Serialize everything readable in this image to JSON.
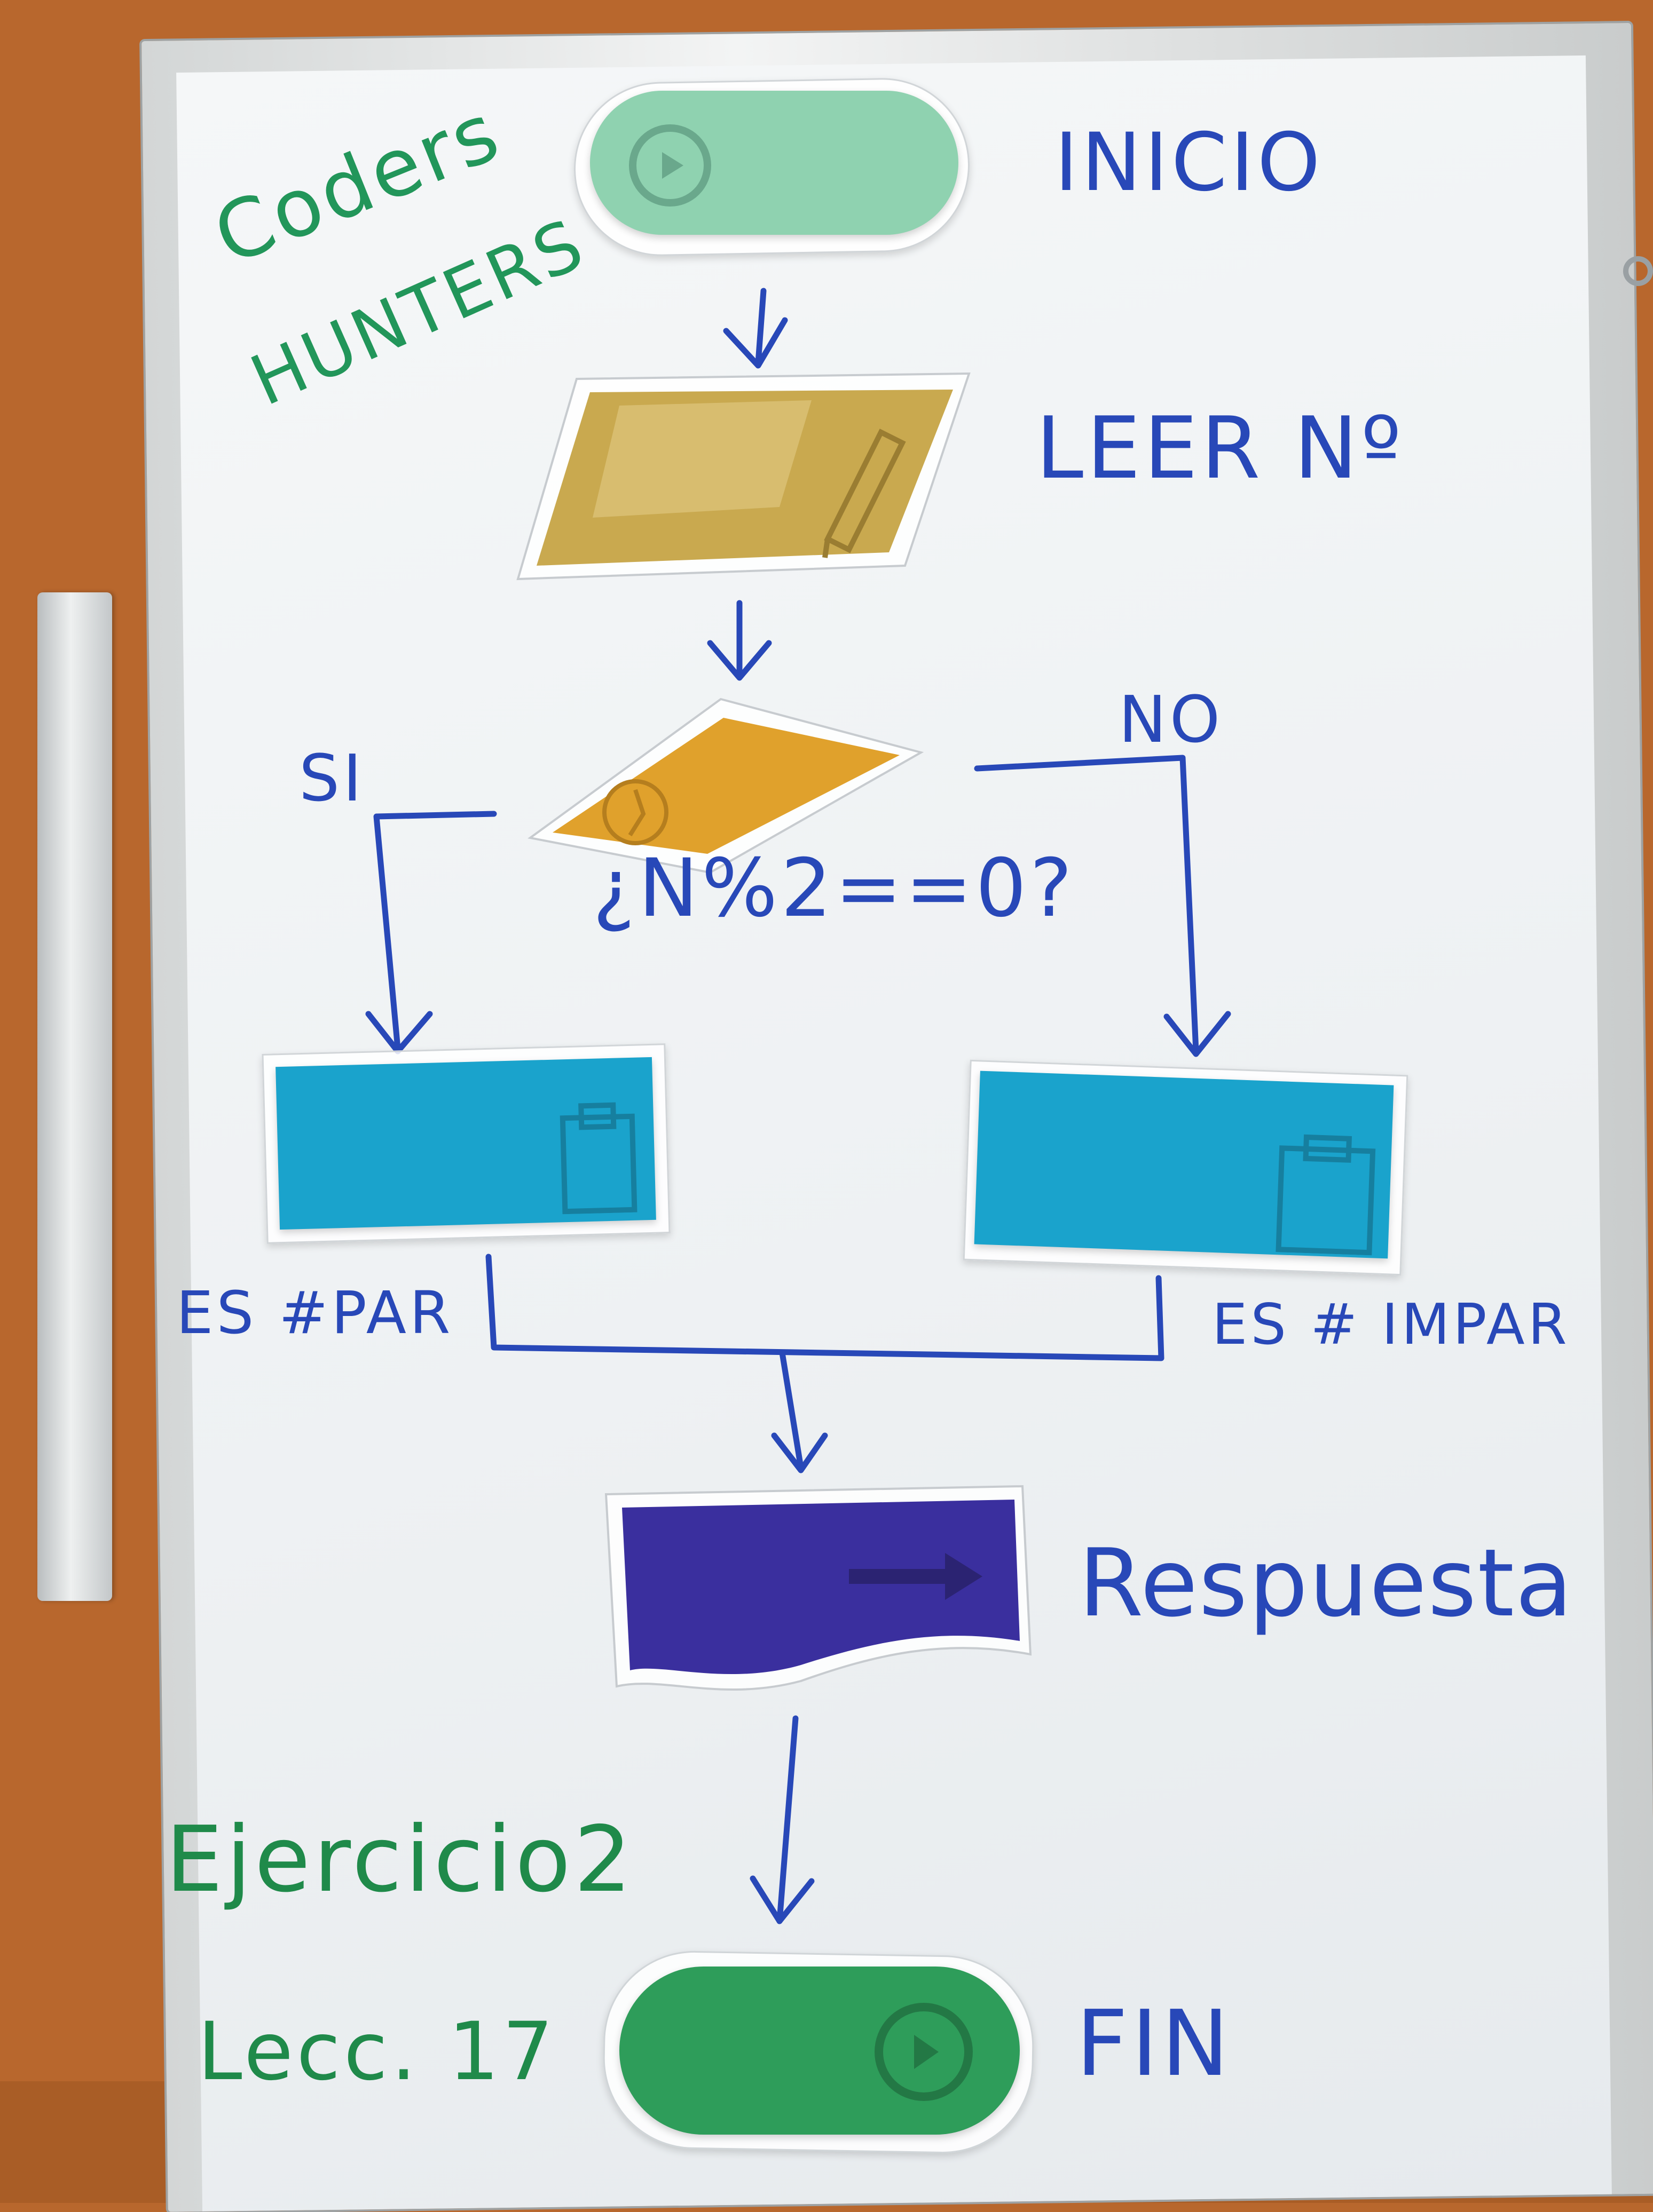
{
  "board": {
    "title_line1": "Coders",
    "title_line2": "HUNTERS",
    "exercise": "Ejercicio2",
    "lesson": "Lecc. 17"
  },
  "flowchart": {
    "start_label": "INICIO",
    "input_label": "LEER Nº",
    "condition_label": "¿N%2==0?",
    "yes_label": "SI",
    "no_label": "NO",
    "even_label": "ES #PAR",
    "odd_label": "ES # IMPAR",
    "output_label": "Respuesta",
    "end_label": "FIN"
  },
  "colors": {
    "marker_blue": "#2848b8",
    "marker_green": "#22965a",
    "start_card": "#8fd2b0",
    "input_card": "#c9a94f",
    "decision_card": "#e0a12c",
    "process_card": "#1aa3cc",
    "output_card": "#3a2f9e",
    "end_card": "#2e9d5a"
  },
  "icons": [
    "play-icon",
    "pencil-icon",
    "compass-icon",
    "clipboard-icon",
    "arrow-right-icon"
  ]
}
